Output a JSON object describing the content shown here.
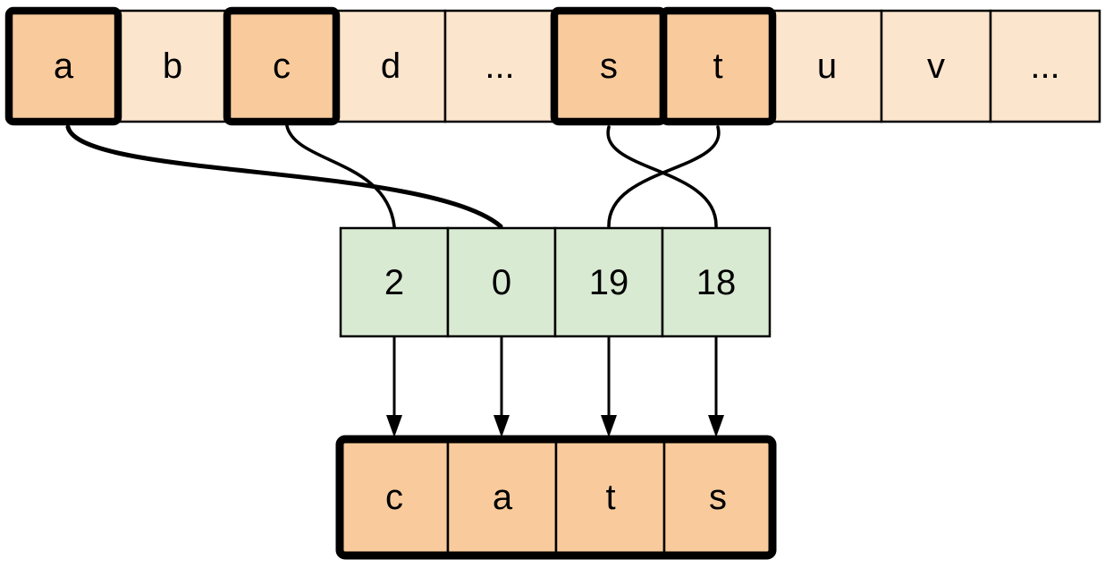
{
  "alphabet_row": {
    "cells": [
      {
        "label": "a",
        "highlighted": true
      },
      {
        "label": "b",
        "highlighted": false
      },
      {
        "label": "c",
        "highlighted": true
      },
      {
        "label": "d",
        "highlighted": false
      },
      {
        "label": "...",
        "highlighted": false
      },
      {
        "label": "s",
        "highlighted": true
      },
      {
        "label": "t",
        "highlighted": true
      },
      {
        "label": "u",
        "highlighted": false
      },
      {
        "label": "v",
        "highlighted": false
      },
      {
        "label": "...",
        "highlighted": false
      }
    ]
  },
  "index_row": {
    "cells": [
      {
        "value": "2"
      },
      {
        "value": "0"
      },
      {
        "value": "19"
      },
      {
        "value": "18"
      }
    ]
  },
  "output_row": {
    "cells": [
      {
        "label": "c"
      },
      {
        "label": "a"
      },
      {
        "label": "t"
      },
      {
        "label": "s"
      }
    ]
  },
  "mappings": [
    {
      "from_letter": "a",
      "to_index": "0"
    },
    {
      "from_letter": "c",
      "to_index": "2"
    },
    {
      "from_letter": "s",
      "to_index": "18"
    },
    {
      "from_letter": "t",
      "to_index": "19"
    }
  ],
  "colors": {
    "cell_light": "#fce5cd",
    "cell_highlight": "#f9cb9c",
    "index_fill": "#d9ead3",
    "stroke": "#000000"
  }
}
